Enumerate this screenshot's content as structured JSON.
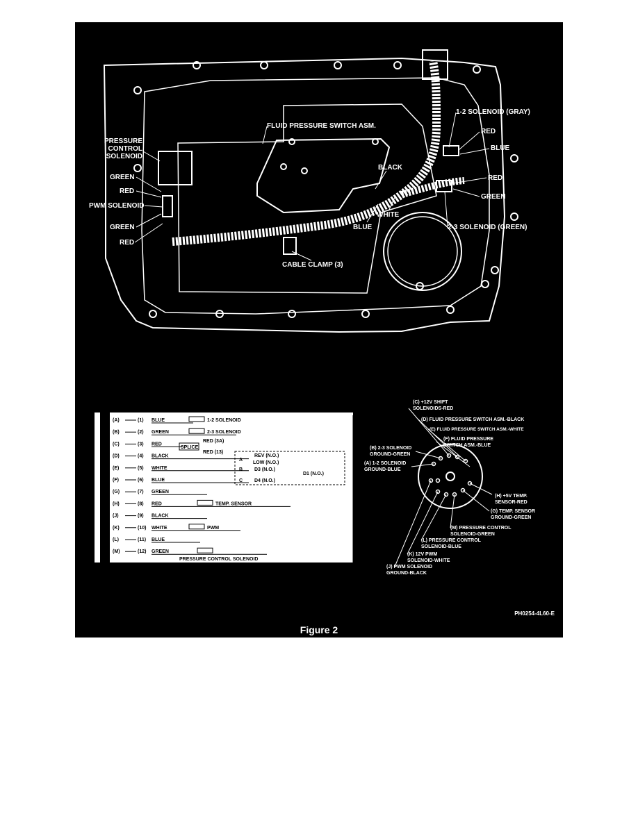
{
  "figure_caption": "Figure 2",
  "part_number": "PH0254-4L60-E",
  "top_view": {
    "labels": {
      "pressure_control_solenoid": [
        "PRESSURE",
        "CONTROL",
        "SOLENOID"
      ],
      "green_left_upper": "GREEN",
      "red_left_upper": "RED",
      "pwm_solenoid": "PWM SOLENOID",
      "green_left_lower": "GREEN",
      "red_left_lower": "RED",
      "fluid_pressure_switch": "FLUID PRESSURE SWITCH ASM.",
      "solenoid_1_2": "1-2 SOLENOID (GRAY)",
      "red_right_upper": "RED",
      "blue_right_upper": "BLUE",
      "black": "BLACK",
      "red_right_mid": "RED",
      "green_right": "GREEN",
      "white": "WHITE",
      "blue_center": "BLUE",
      "solenoid_2_3": "2-3 SOLENOID (GREEN)",
      "cable_clamp": "CABLE CLAMP (3)"
    }
  },
  "schematic": {
    "rows": [
      {
        "letter": "(A)",
        "num": "(1)",
        "color": "BLUE",
        "device": "1-2 SOLENOID"
      },
      {
        "letter": "(B)",
        "num": "(2)",
        "color": "GREEN",
        "device": "2-3 SOLENOID"
      },
      {
        "letter": "(C)",
        "num": "(3)",
        "color": "RED",
        "device": ""
      },
      {
        "letter": "(D)",
        "num": "(4)",
        "color": "BLACK",
        "device": ""
      },
      {
        "letter": "(E)",
        "num": "(5)",
        "color": "WHITE",
        "device": ""
      },
      {
        "letter": "(F)",
        "num": "(6)",
        "color": "BLUE",
        "device": ""
      },
      {
        "letter": "(G)",
        "num": "(7)",
        "color": "GREEN",
        "device": ""
      },
      {
        "letter": "(H)",
        "num": "(8)",
        "color": "RED",
        "device": "TEMP. SENSOR"
      },
      {
        "letter": "(J)",
        "num": "(9)",
        "color": "BLACK",
        "device": ""
      },
      {
        "letter": "(K)",
        "num": "(10)",
        "color": "WHITE",
        "device": "PWM"
      },
      {
        "letter": "(L)",
        "num": "(11)",
        "color": "BLUE",
        "device": ""
      },
      {
        "letter": "(M)",
        "num": "(12)",
        "color": "GREEN",
        "device": "PRESSURE CONTROL SOLENOID"
      }
    ],
    "splice": "SPLICE",
    "red_3a": "RED (3A)",
    "red_13": "RED (13)",
    "switch_rev": "REV (N.O.)",
    "switch_low": "LOW (N.O.)",
    "switch_d3": "D3 (N.O.)",
    "switch_d4": "D4 (N.O.)",
    "switch_d1": "D1 (N.O.)",
    "switch_a": "A",
    "switch_b": "B",
    "switch_c": "C"
  },
  "connector": {
    "labels": {
      "c": [
        "(C) +12V SHIFT",
        "SOLENOIDS-RED"
      ],
      "d": "(D) FLUID PRESSURE SWITCH ASM.-BLACK",
      "e": "(E) FLUID PRESSURE SWITCH ASM.-WHITE",
      "f": [
        "(F) FLUID PRESSURE",
        "SWITCH ASM.-BLUE"
      ],
      "b": [
        "(B) 2-3 SOLENOID",
        "GROUND-GREEN"
      ],
      "a": [
        "(A) 1-2 SOLENOID",
        "GROUND-BLUE"
      ],
      "h": [
        "(H) +5V TEMP.",
        "SENSOR-RED"
      ],
      "g": [
        "(G) TEMP. SENSOR",
        "GROUND-GREEN"
      ],
      "m": [
        "(M) PRESSURE CONTROL",
        "SOLENOID-GREEN"
      ],
      "l": [
        "(L) PRESSURE CONTROL",
        "SOLENOID-BLUE"
      ],
      "k": [
        "(K) 12V PWM",
        "SOLENOID-WHITE"
      ],
      "j": [
        "(J) PWM SOLENOID",
        "GROUND-BLACK"
      ]
    }
  }
}
